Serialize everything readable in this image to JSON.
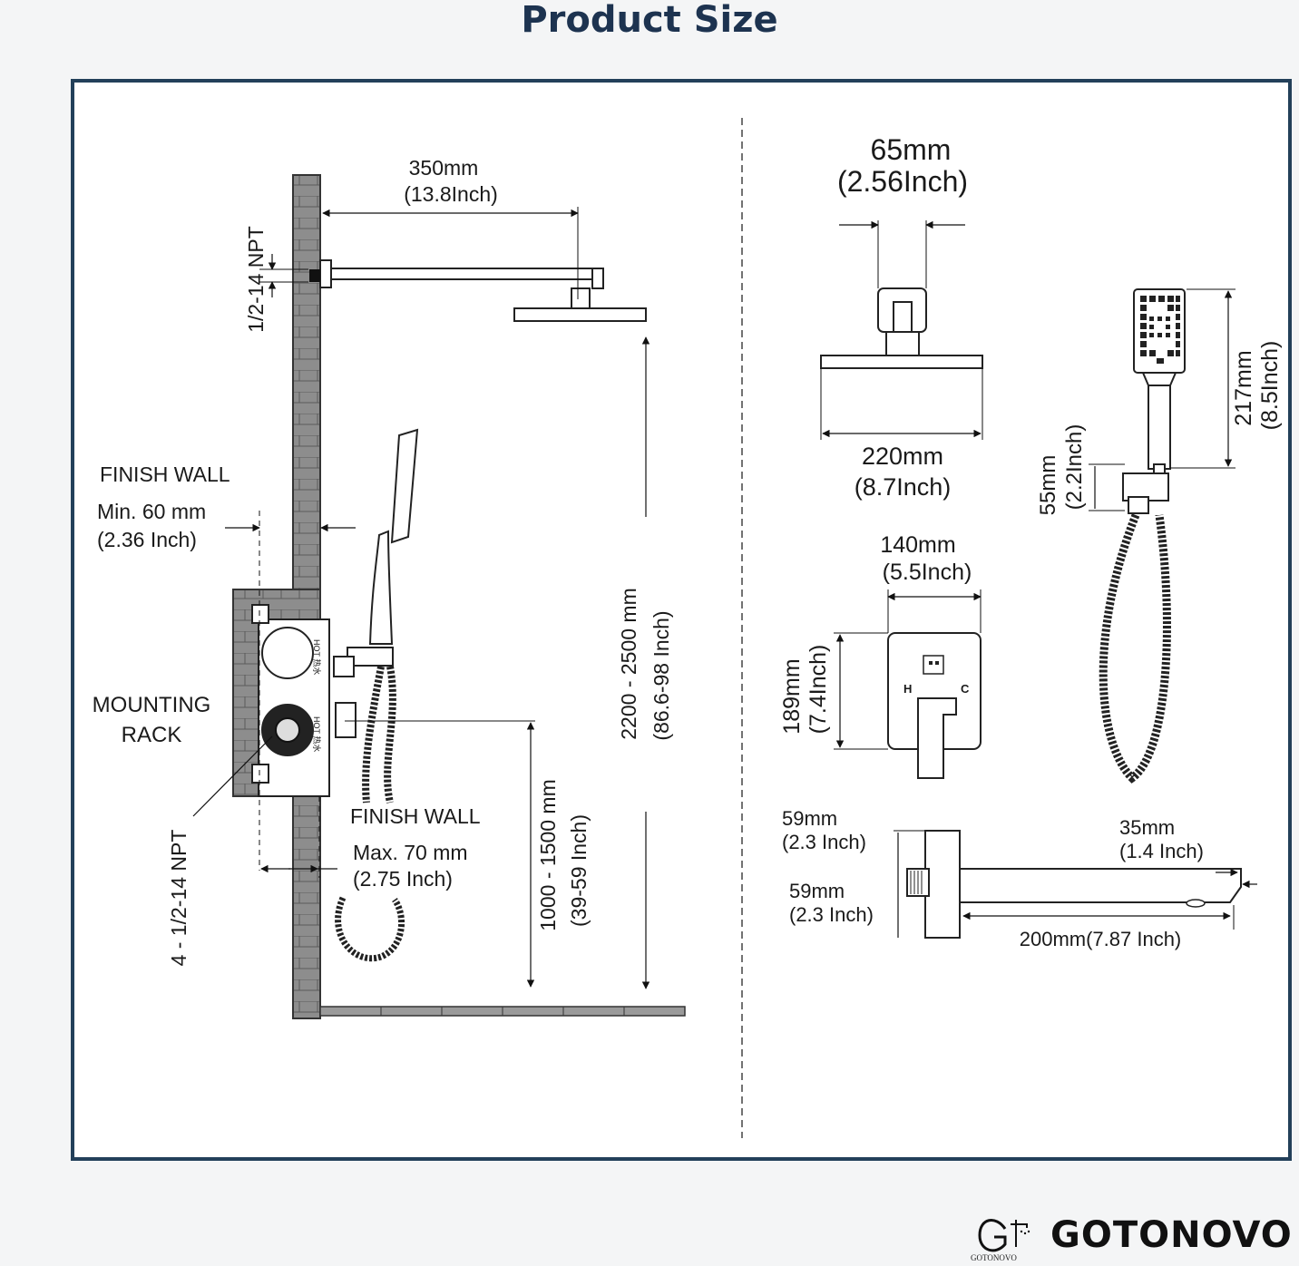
{
  "header": {
    "title": "Product Size"
  },
  "left_view": {
    "arm_length": "350mm",
    "arm_length_in": "(13.8Inch)",
    "top_npt": "1/2-14 NPT",
    "finish_wall_1": "FINISH   WALL",
    "min_depth": "Min. 60 mm",
    "min_depth_in": "(2.36 Inch)",
    "mounting_rack_1": "MOUNTING",
    "mounting_rack_2": "RACK",
    "bottom_npt": "4 - 1/2-14 NPT",
    "finish_wall_2": "FINISH   WALL",
    "max_depth": "Max. 70 mm",
    "max_depth_in": "(2.75 Inch)",
    "valve_height": "1000 - 1500 mm",
    "valve_height_in": "(39-59 Inch)",
    "head_height": "2200 - 2500 mm",
    "head_height_in": "(86.6-98 Inch)",
    "valve_label_1": "HOT 热水",
    "valve_label_2": "HOT 热水"
  },
  "right_view": {
    "arm_width": "65mm",
    "arm_width_in": "(2.56Inch)",
    "head_width": "220mm",
    "head_width_in": "(8.7Inch)",
    "plate_width": "140mm",
    "plate_width_in": "(5.5Inch)",
    "plate_height": "189mm",
    "plate_height_in": "(7.4Inch)",
    "plate_h": "H",
    "plate_c": "C",
    "handheld_length": "217mm",
    "handheld_length_in": "(8.5Inch)",
    "bracket_height": "55mm",
    "bracket_height_in": "(2.2Inch)",
    "spout_depth_1": "59mm",
    "spout_depth_1_in": "(2.3 Inch)",
    "spout_depth_2": "59mm",
    "spout_depth_2_in": "(2.3 Inch)",
    "spout_outlet": "35mm",
    "spout_outlet_in": "(1.4 Inch)",
    "spout_length": "200mm(7.87 Inch)"
  },
  "brand": {
    "name": "GOTONOVO",
    "small": "GOTONOVO",
    "colors": {
      "frame": "#23405a",
      "title": "#1d3350"
    }
  }
}
